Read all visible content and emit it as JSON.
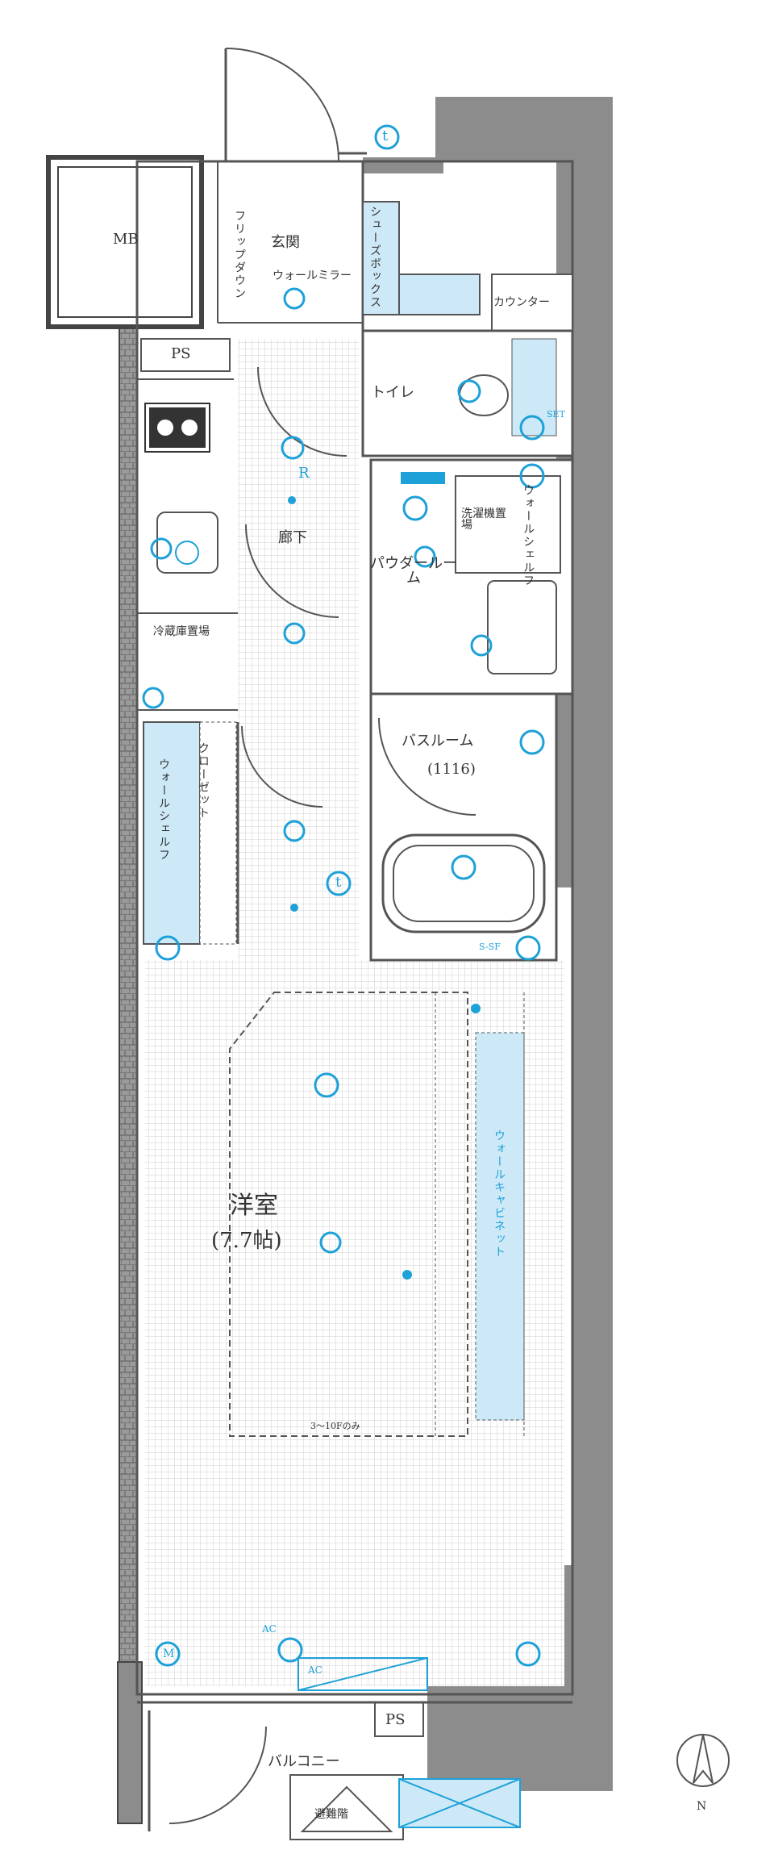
{
  "rooms": {
    "mb": "MB",
    "ps_top": "PS",
    "ps_bottom": "PS",
    "entrance": "玄関",
    "cloak": "シューズボックス",
    "shoe_mirror": "ウォールミラー",
    "flip_down": "フリップダウン",
    "counter": "カウンター",
    "toilet": "トイレ",
    "washer": "洗濯機置場",
    "washer_shelf": "ウォールシェルフ",
    "powder": "パウダールーム",
    "fridge": "冷蔵庫置場",
    "hallway": "廊下",
    "bath": "バスルーム",
    "bath_size": "(1116)",
    "tall_closet": "クローゼット",
    "wall_shelf": "ウォールシェルフ",
    "main_room": "洋室",
    "main_size": "(7.7帖)",
    "wall_cabinet": "ウォールキャビネット",
    "floor_note": "3～10Fのみ",
    "balcony": "バルコニー",
    "evac": "避難階",
    "north": "N"
  },
  "symbols": {
    "t": "t",
    "r": "R",
    "m": "M",
    "ac": "AC",
    "ac2": "AC",
    "ssf": "S-SF",
    "set": "SET"
  },
  "colors": {
    "wall": "#8c8c8c",
    "accent": "#1da1d8",
    "fill": "#cde9f7",
    "line": "#555555"
  }
}
